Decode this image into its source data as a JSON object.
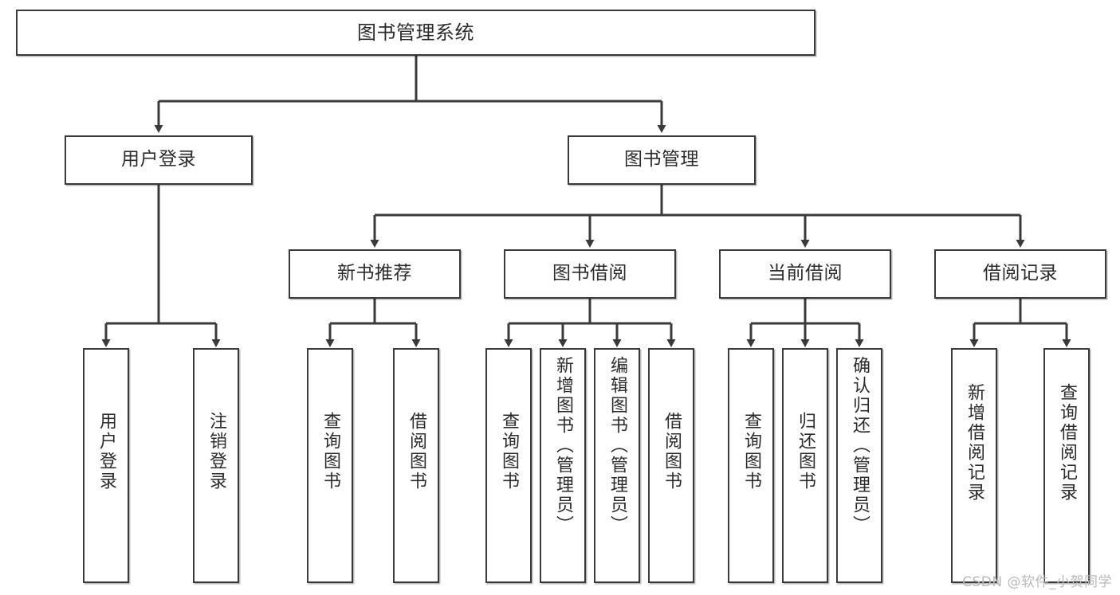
{
  "diagram": {
    "kind": "tree-hierarchy",
    "stroke_color": "#3a3a3a",
    "text_color": "#2b2b2b",
    "background": "#ffffff",
    "root": {
      "id": "root",
      "label": "图书管理系统"
    },
    "level2": [
      {
        "id": "user-login",
        "label": "用户登录"
      },
      {
        "id": "book-manage",
        "label": "图书管理"
      }
    ],
    "level3": [
      {
        "id": "new-book-recommend",
        "label": "新书推荐",
        "parent": "book-manage"
      },
      {
        "id": "book-borrow",
        "label": "图书借阅",
        "parent": "book-manage"
      },
      {
        "id": "current-borrow",
        "label": "当前借阅",
        "parent": "book-manage"
      },
      {
        "id": "borrow-record",
        "label": "借阅记录",
        "parent": "book-manage"
      }
    ],
    "leaves": [
      {
        "id": "leaf-user-login",
        "label": "用户登录",
        "parent": "user-login"
      },
      {
        "id": "leaf-logout-login",
        "label": "注销登录",
        "parent": "user-login"
      },
      {
        "id": "leaf-query-book-1",
        "label": "查询图书",
        "parent": "new-book-recommend"
      },
      {
        "id": "leaf-borrow-book-1",
        "label": "借阅图书",
        "parent": "new-book-recommend"
      },
      {
        "id": "leaf-query-book-2",
        "label": "查询图书",
        "parent": "book-borrow"
      },
      {
        "id": "leaf-add-book",
        "label": "新增图书（管理员）",
        "parent": "book-borrow"
      },
      {
        "id": "leaf-edit-book",
        "label": "编辑图书（管理员）",
        "parent": "book-borrow"
      },
      {
        "id": "leaf-borrow-book-2",
        "label": "借阅图书",
        "parent": "book-borrow"
      },
      {
        "id": "leaf-query-book-3",
        "label": "查询图书",
        "parent": "current-borrow"
      },
      {
        "id": "leaf-return-book",
        "label": "归还图书",
        "parent": "current-borrow"
      },
      {
        "id": "leaf-confirm-return",
        "label": "确认归还（管理员）",
        "parent": "current-borrow"
      },
      {
        "id": "leaf-add-record",
        "label": "新增借阅记录",
        "parent": "borrow-record"
      },
      {
        "id": "leaf-query-record",
        "label": "查询借阅记录",
        "parent": "borrow-record"
      }
    ]
  },
  "watermark": {
    "text": "CSDN @软件_小贺同学"
  }
}
